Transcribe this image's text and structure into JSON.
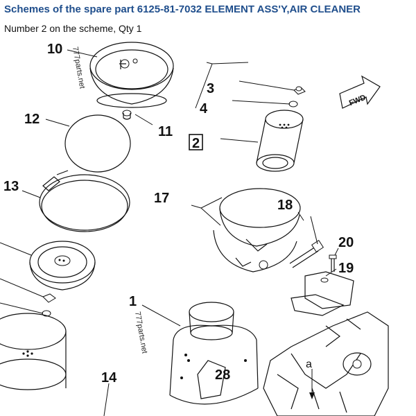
{
  "page": {
    "title": "Schemes of the spare part 6125-81-7032 ELEMENT ASS'Y,AIR CLEANER",
    "subtitle": "Number 2 on the scheme, Qty 1"
  },
  "diagram": {
    "callouts": {
      "n1": "1",
      "n2": "2",
      "n3": "3",
      "n4": "4",
      "n10": "10",
      "n11": "11",
      "n12": "12",
      "n13": "13",
      "n14": "14",
      "n17": "17",
      "n18": "18",
      "n19": "19",
      "n20": "20",
      "n28": "28",
      "a": "a"
    },
    "watermark": "777parts.net",
    "fwd_label": "FWD",
    "highlighted_part": "2"
  }
}
